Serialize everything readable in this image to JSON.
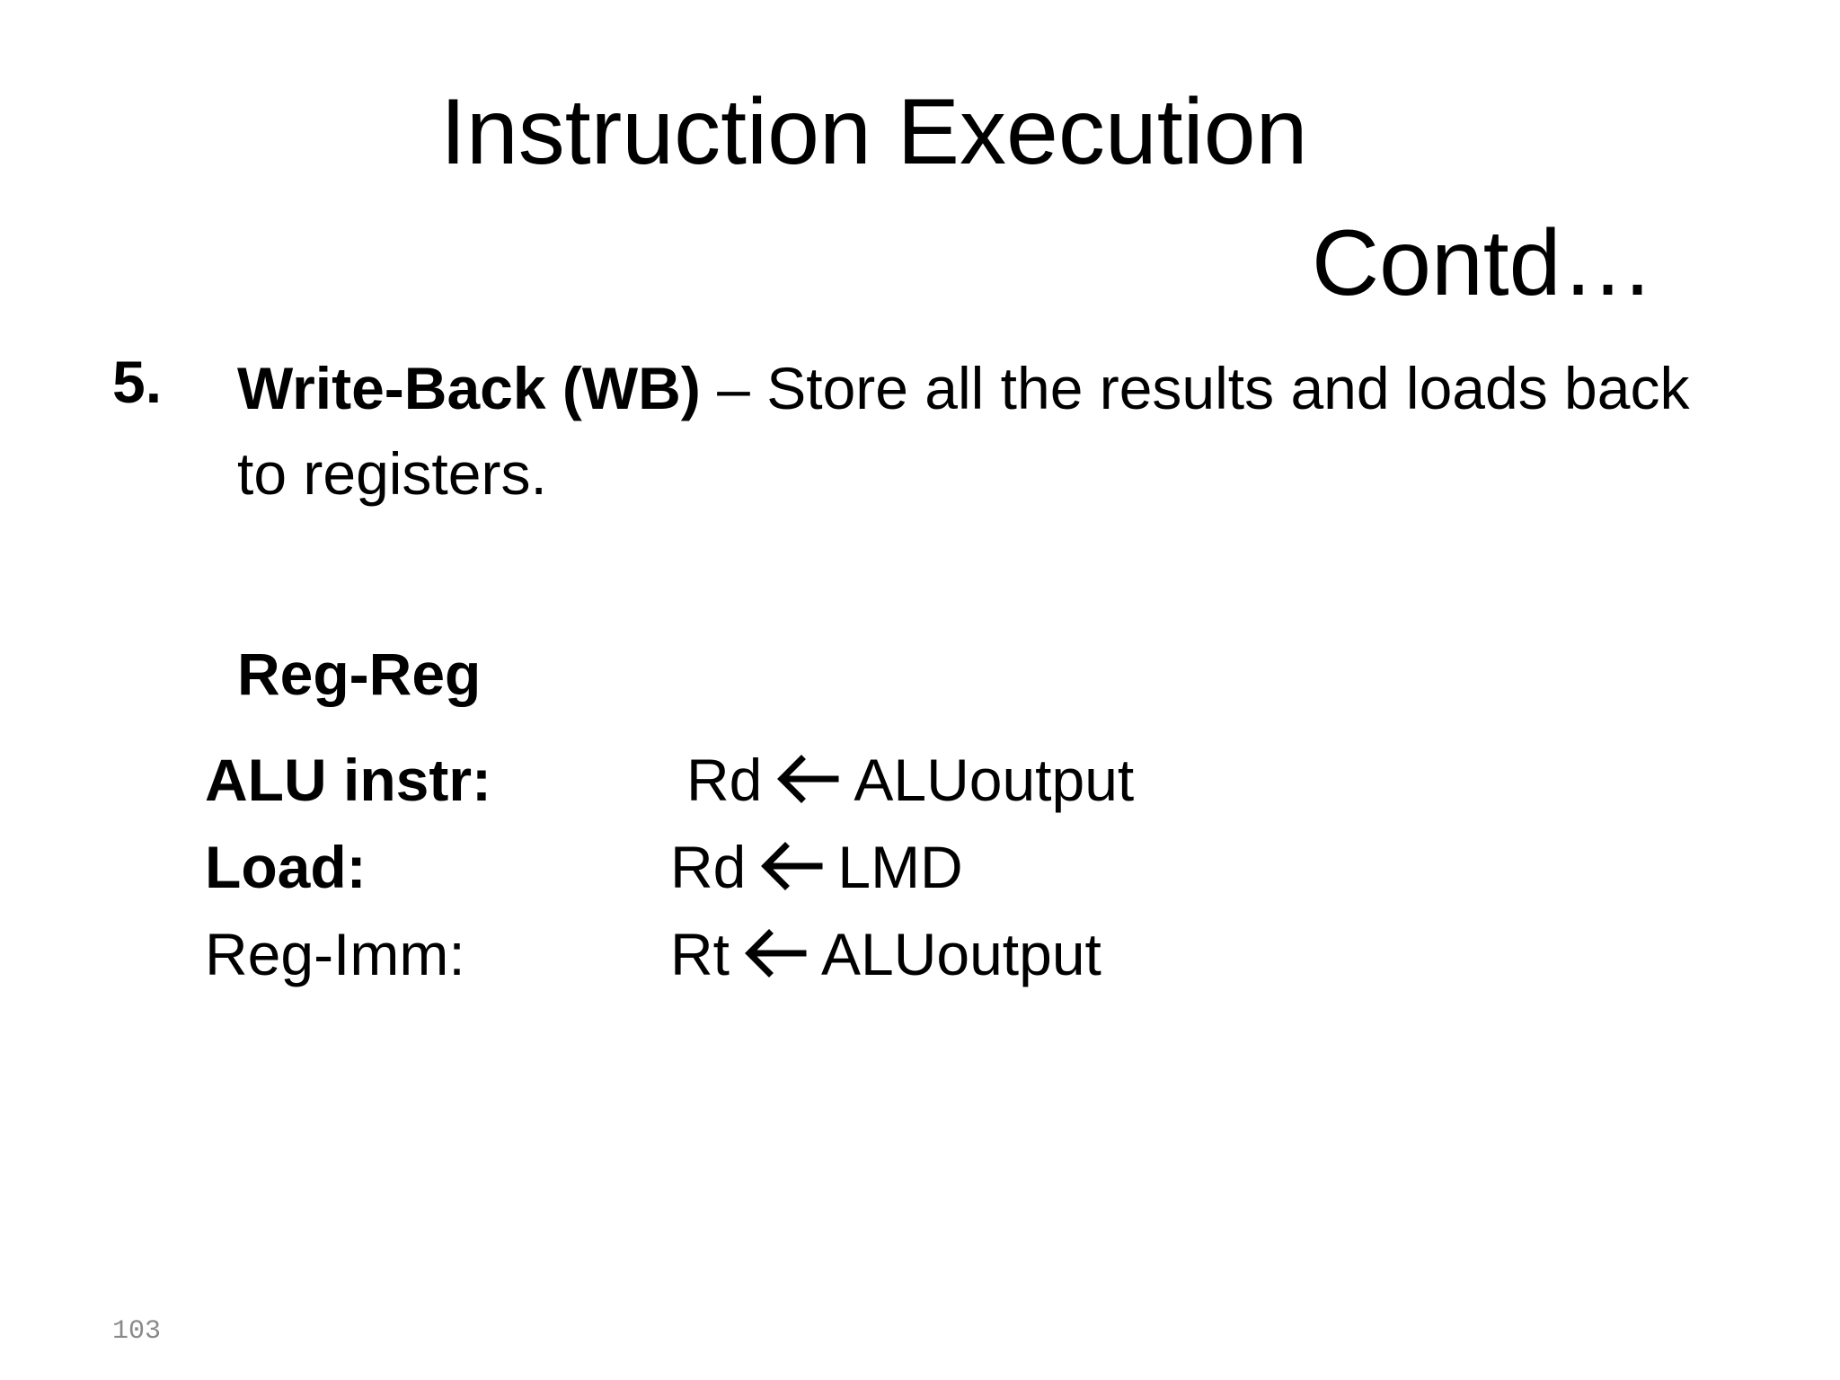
{
  "slide": {
    "title_line1": "Instruction Execution",
    "title_line2": "Contd…",
    "item": {
      "number": "5.",
      "bold_text": "Write-Back (WB)",
      "rest_text": " – Store all the results and loads back to registers."
    },
    "subheading": "Reg-Reg",
    "rows": [
      {
        "label": "ALU instr:",
        "dest": "Rd",
        "source": "ALUoutput",
        "label_bold": true
      },
      {
        "label": "Load:",
        "dest": "Rd",
        "source": "LMD",
        "label_bold": true
      },
      {
        "label": "Reg-Imm:",
        "dest": "Rt",
        "source": "ALUoutput",
        "label_bold": false
      }
    ],
    "arrow_icon": "left-arrow-icon",
    "page_number": "103"
  }
}
